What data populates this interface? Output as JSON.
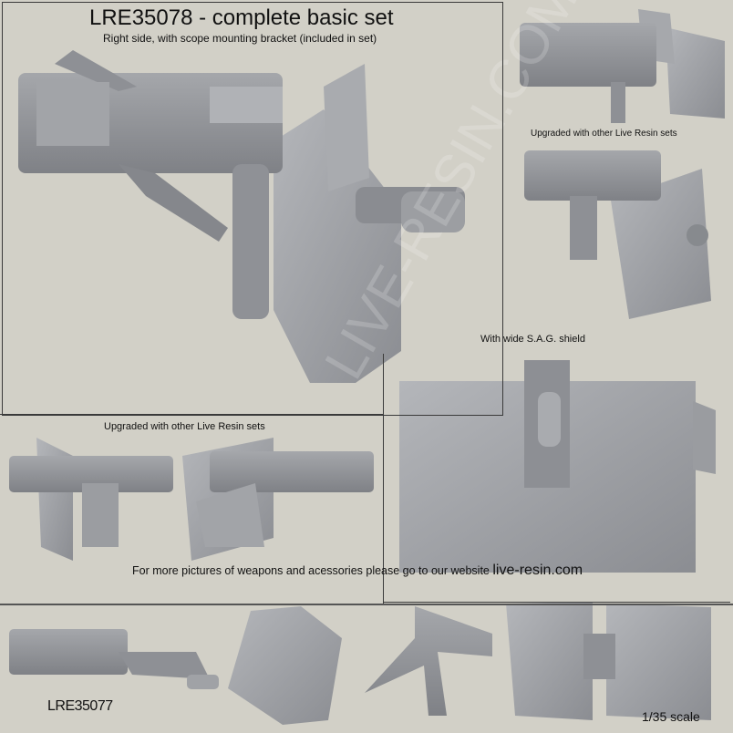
{
  "header": {
    "title": "LRE35078 - complete basic set",
    "subtitle": "Right side, with scope mounting bracket (included in set)"
  },
  "captions": {
    "upgraded_top_right": "Upgraded with other Live Resin sets",
    "wide_shield": "With wide S.A.G. shield",
    "upgraded_middle_left": "Upgraded with other Live Resin sets"
  },
  "footer": {
    "website_prompt": "For more pictures of weapons and acessories please go to our website",
    "website": "live-resin.com",
    "related_set": "LRE35077",
    "scale": "1/35 scale"
  },
  "colors": {
    "background": "#d2d0c7",
    "model_gray": "#9a9ca0",
    "frame": "#3a3a3a"
  }
}
